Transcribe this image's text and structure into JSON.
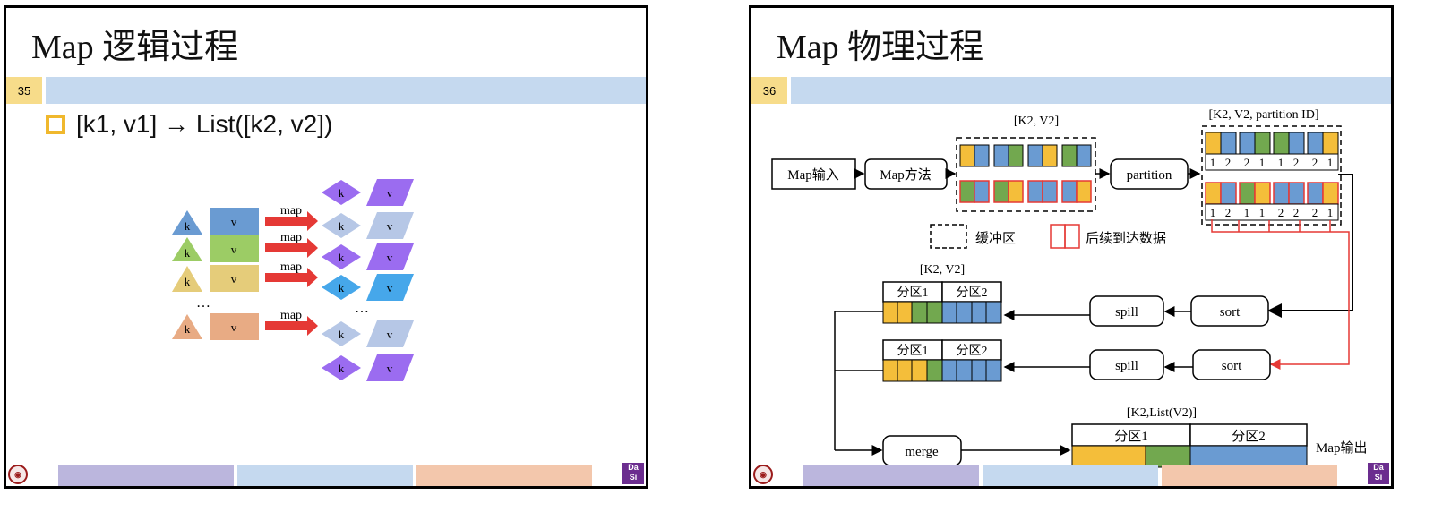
{
  "left_slide": {
    "title": "Map 逻辑过程",
    "page_number": "35",
    "bullet": "[k1, v1] → List([k2, v2])",
    "rows": [
      {
        "k": "k",
        "v": "v",
        "arrow": "map",
        "color": "#6a9bd2",
        "vcolor": "#6a9bd2"
      },
      {
        "k": "k",
        "v": "v",
        "arrow": "map",
        "color": "#9ccc65",
        "vcolor": "#9ccc65"
      },
      {
        "k": "k",
        "v": "v",
        "arrow": "map",
        "color": "#e5cc7a",
        "vcolor": "#e5cc7a"
      },
      {
        "k": "k",
        "v": "v",
        "arrow": "map",
        "color": "#e8ab84",
        "vcolor": "#e8ab84"
      }
    ],
    "ellipsis_left": "…",
    "ellipsis_right": "…",
    "outputs": [
      {
        "k": "k",
        "v": "v",
        "color": "#9b6cf0"
      },
      {
        "k": "k",
        "v": "v",
        "color": "#b6c7e6"
      },
      {
        "k": "k",
        "v": "v",
        "color": "#9b6cf0"
      },
      {
        "k": "k",
        "v": "v",
        "color": "#46a7ea"
      },
      {
        "k": "k",
        "v": "v",
        "color": "#b6c7e6"
      },
      {
        "k": "k",
        "v": "v",
        "color": "#9b6cf0"
      }
    ]
  },
  "right_slide": {
    "title": "Map 物理过程",
    "page_number": "36",
    "map_input": "Map输入",
    "map_method": "Map方法",
    "buffer_label": "[K2, V2]",
    "partition": "partition",
    "partition_label": "[K2, V2, partition ID]",
    "partition_ids_top": [
      "1",
      "2",
      "2",
      "1",
      "1",
      "2",
      "2",
      "1"
    ],
    "partition_ids_bottom": [
      "1",
      "2",
      "1",
      "1",
      "2",
      "2",
      "2",
      "1"
    ],
    "legend_buffer": "缓冲区",
    "legend_later": "后续到达数据",
    "spill_label": "[K2, V2]",
    "partition1": "分区1",
    "partition2": "分区2",
    "spill": "spill",
    "sort": "sort",
    "merge": "merge",
    "output_label": "[K2,List(V2)]",
    "map_output": "Map输出"
  },
  "colors": {
    "yellow": "#f4be3a",
    "blue": "#6a9bd2",
    "green": "#72a84f",
    "red": "#e53935",
    "badge": "#f7dc8a",
    "bar": "#c5d9ef",
    "footer_purple": "#bbb6dd",
    "footer_blue": "#c5d9ef",
    "footer_orange": "#f3c7ac"
  }
}
